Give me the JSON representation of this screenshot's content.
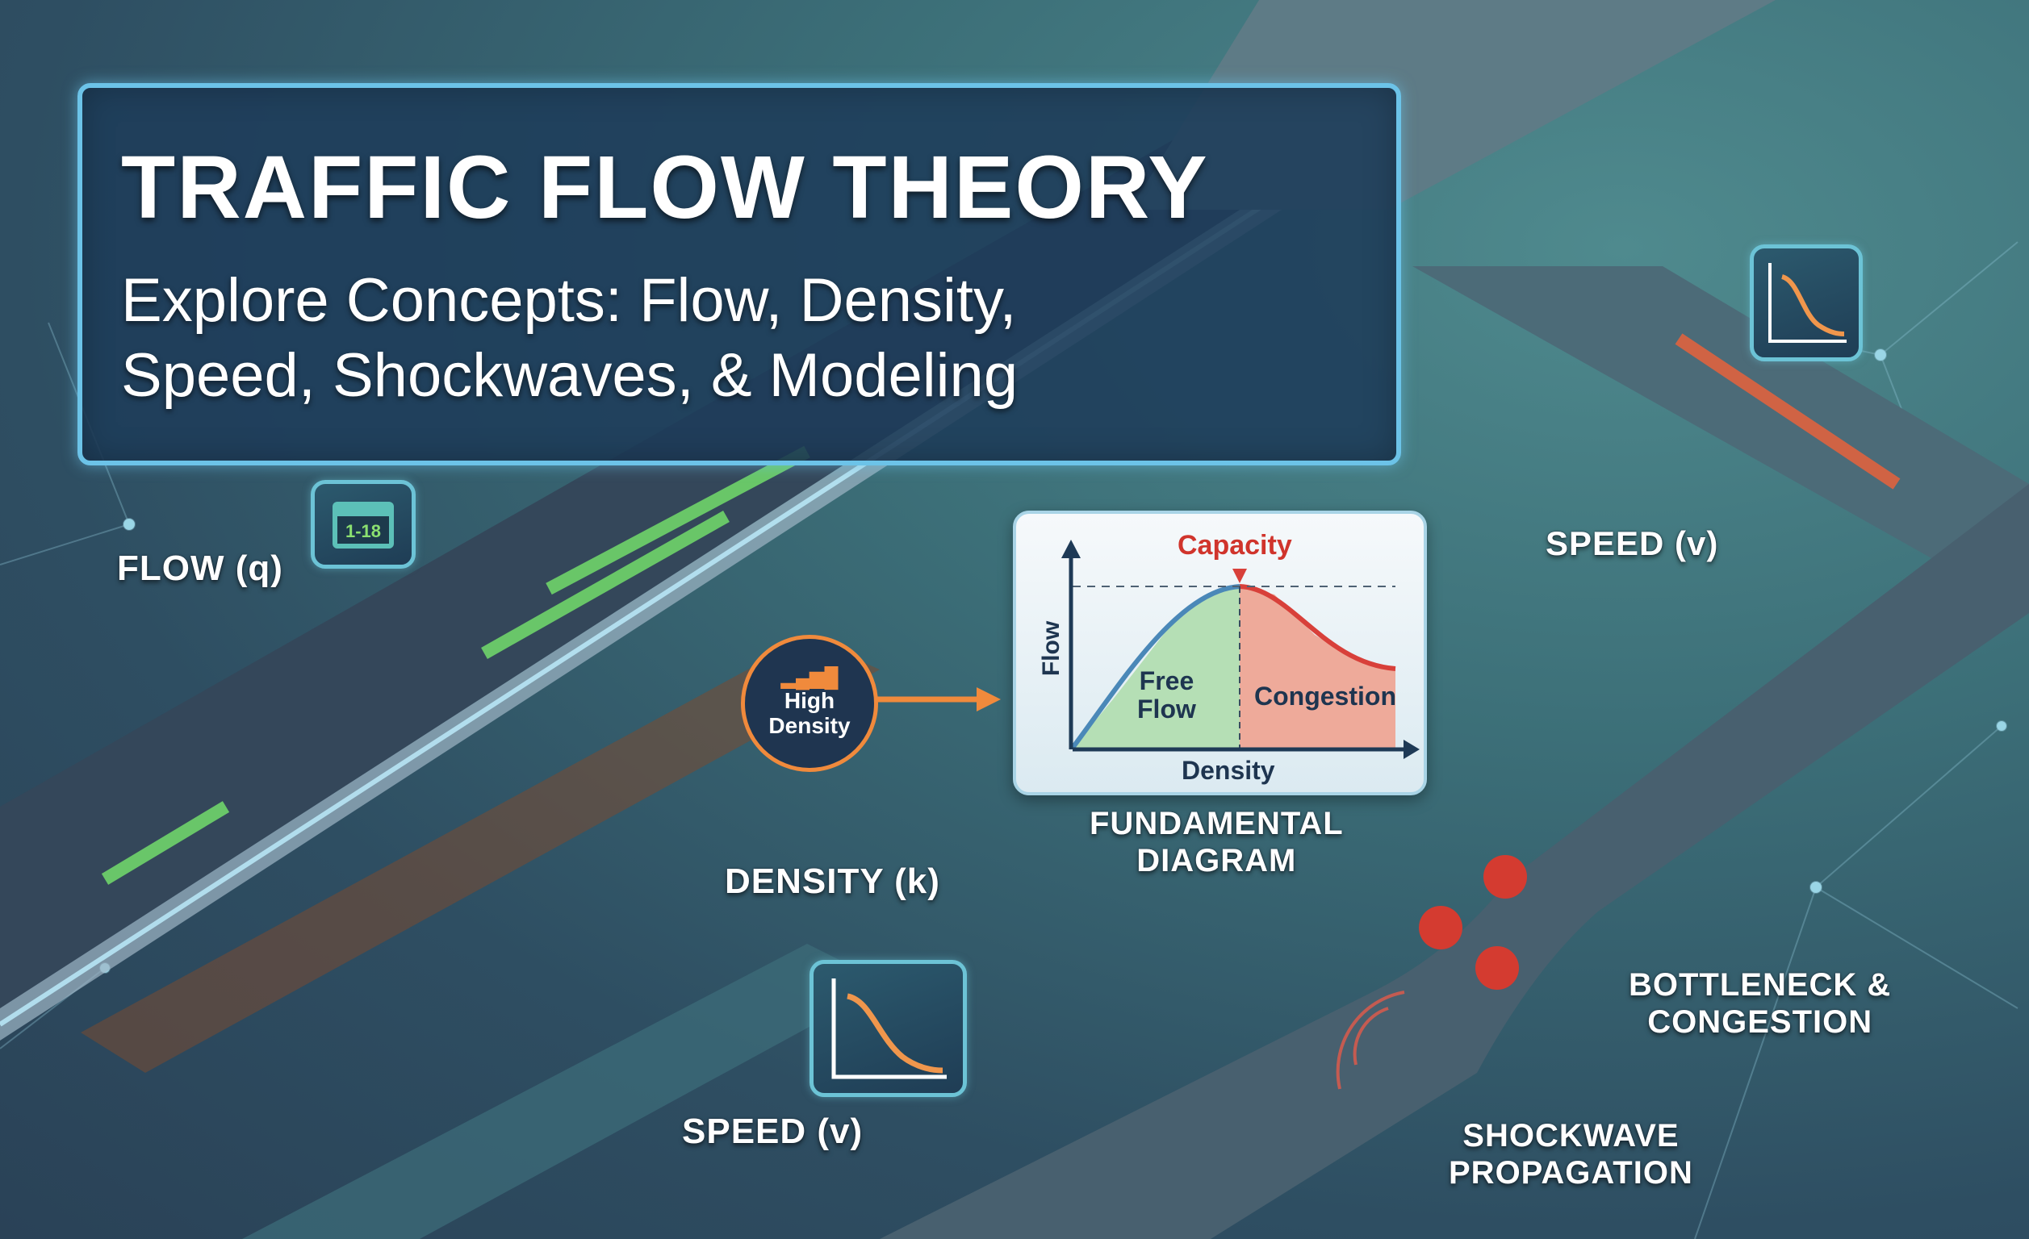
{
  "title": {
    "main": "TRAFFIC FLOW THEORY",
    "subtitle": "Explore Concepts: Flow, Density,\nSpeed, Shockwaves, & Modeling"
  },
  "labels": {
    "flow": "FLOW (q)",
    "density": "DENSITY (k)",
    "speed_bottom": "SPEED (v)",
    "speed_top": "SPEED (v)",
    "fundamental": "FUNDAMENTAL\nDIAGRAM",
    "bottleneck": "BOTTLENECK &\nCONGESTION",
    "shockwave": "SHOCKWAVE\nPROPAGATION"
  },
  "badge": {
    "line1": "High",
    "line2": "Density"
  },
  "icons": {
    "flow_counter": "calendar-counter-icon",
    "speed_curve": "speed-density-curve-icon",
    "density_bars": "bar-signal-icon",
    "brake_alert": "brake-warning-icon"
  },
  "colors": {
    "accent_blue": "#6cc3e8",
    "flow_green": "#6fd46a",
    "density_orange": "#f08a3c",
    "congestion_red": "#e04b3c",
    "bg_dark": "#2a4257",
    "bg_teal": "#4f8a8e"
  },
  "chart_data": {
    "type": "area",
    "title": "Fundamental Diagram",
    "annotation": "Capacity",
    "xlabel": "Density",
    "ylabel": "Flow",
    "regions": [
      {
        "name": "Free Flow",
        "label": "Free\nFlow",
        "color": "#b5dfb5",
        "curve_color": "#4a88b8"
      },
      {
        "name": "Congestion",
        "label": "Congestion",
        "color": "#eeaa9a",
        "curve_color": "#d8403a"
      }
    ],
    "x": [
      0,
      0.1,
      0.2,
      0.3,
      0.4,
      0.5,
      0.6,
      0.7,
      0.8,
      0.9,
      1.0
    ],
    "series": [
      {
        "name": "Flow",
        "values": [
          0,
          0.28,
          0.55,
          0.78,
          0.94,
          1.0,
          0.93,
          0.72,
          0.55,
          0.47,
          0.45
        ]
      }
    ],
    "capacity_x": 0.5,
    "grid": false
  }
}
